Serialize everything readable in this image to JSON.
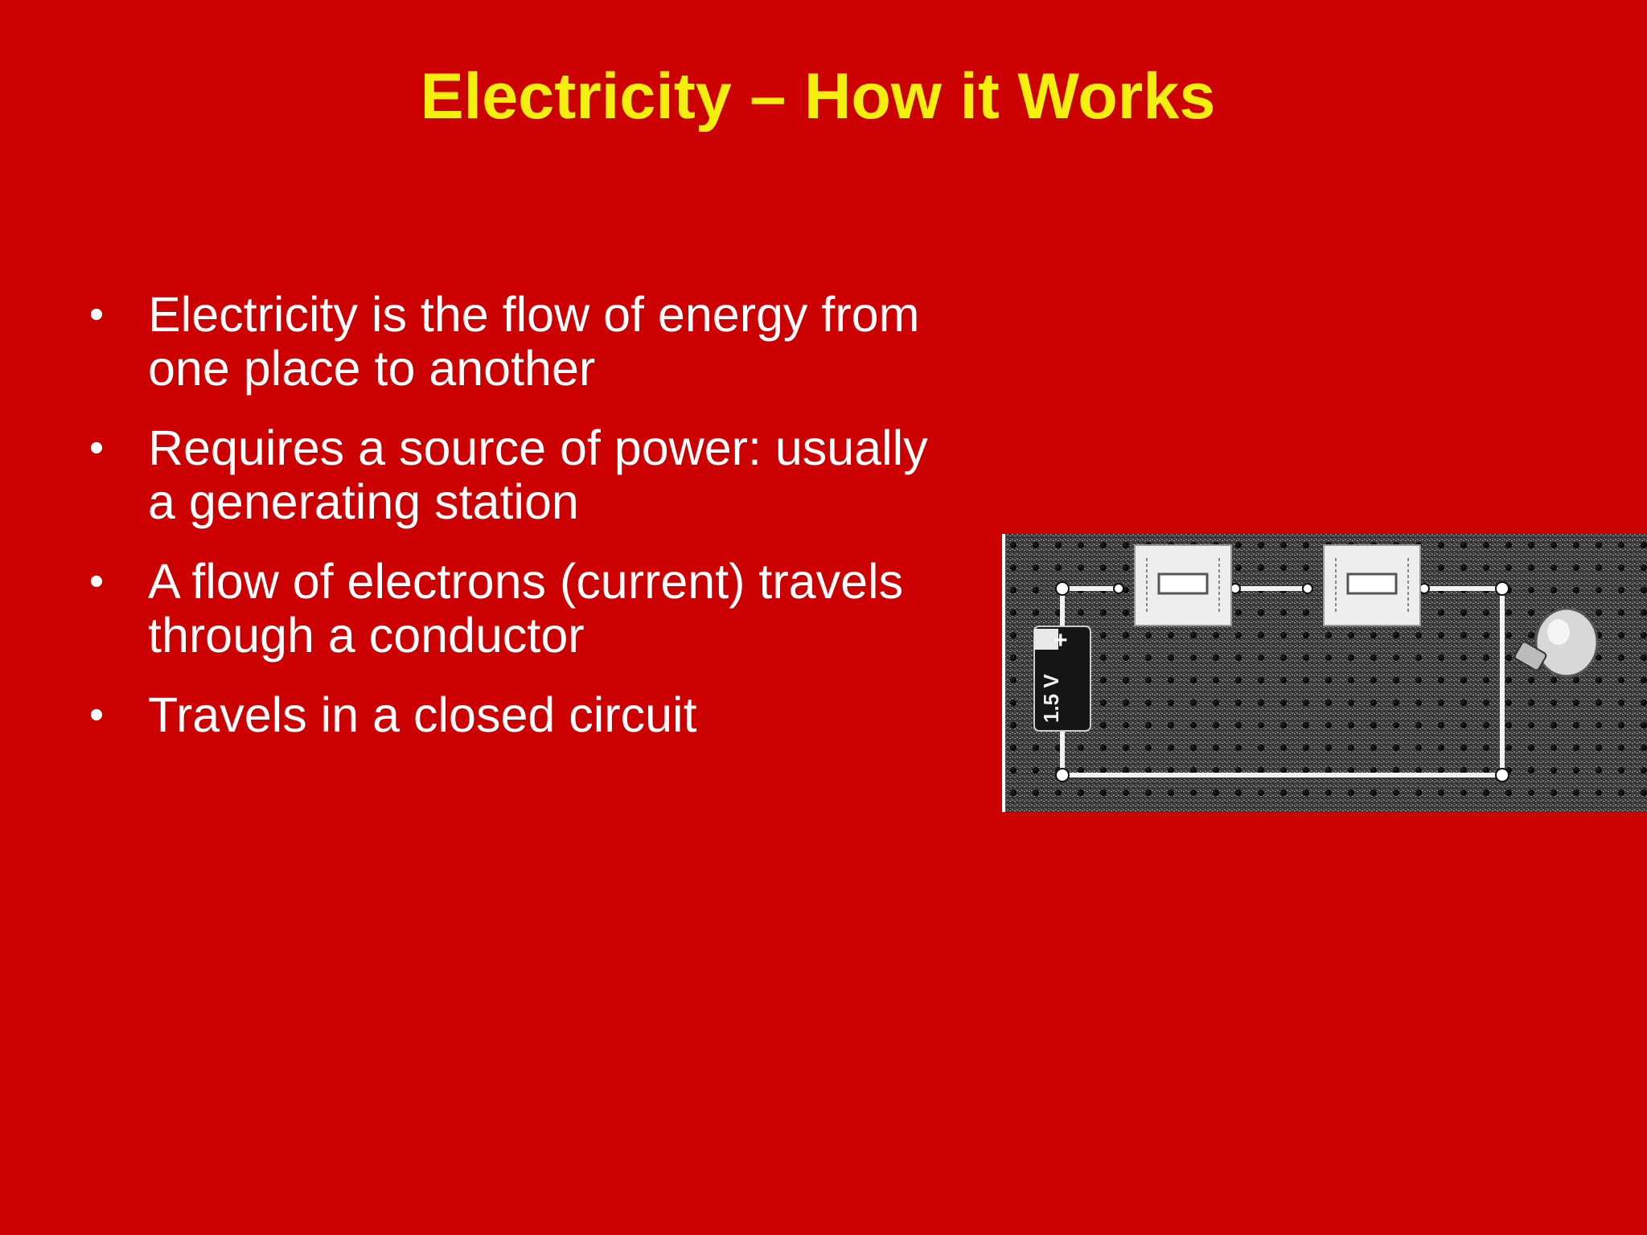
{
  "slide": {
    "title": "Electricity – How it Works",
    "background_color": "#cc0000",
    "title_color": "#f5ef10",
    "bullets": [
      "Electricity is the flow of energy from one place to another",
      "Requires a source of power: usually a generating station",
      "A flow of electrons (current) travels through a conductor",
      "Travels in a closed circuit"
    ],
    "image": {
      "description_icon": "circuit-board-photo",
      "battery_label": "1.5 V",
      "battery_plus": "+"
    }
  }
}
